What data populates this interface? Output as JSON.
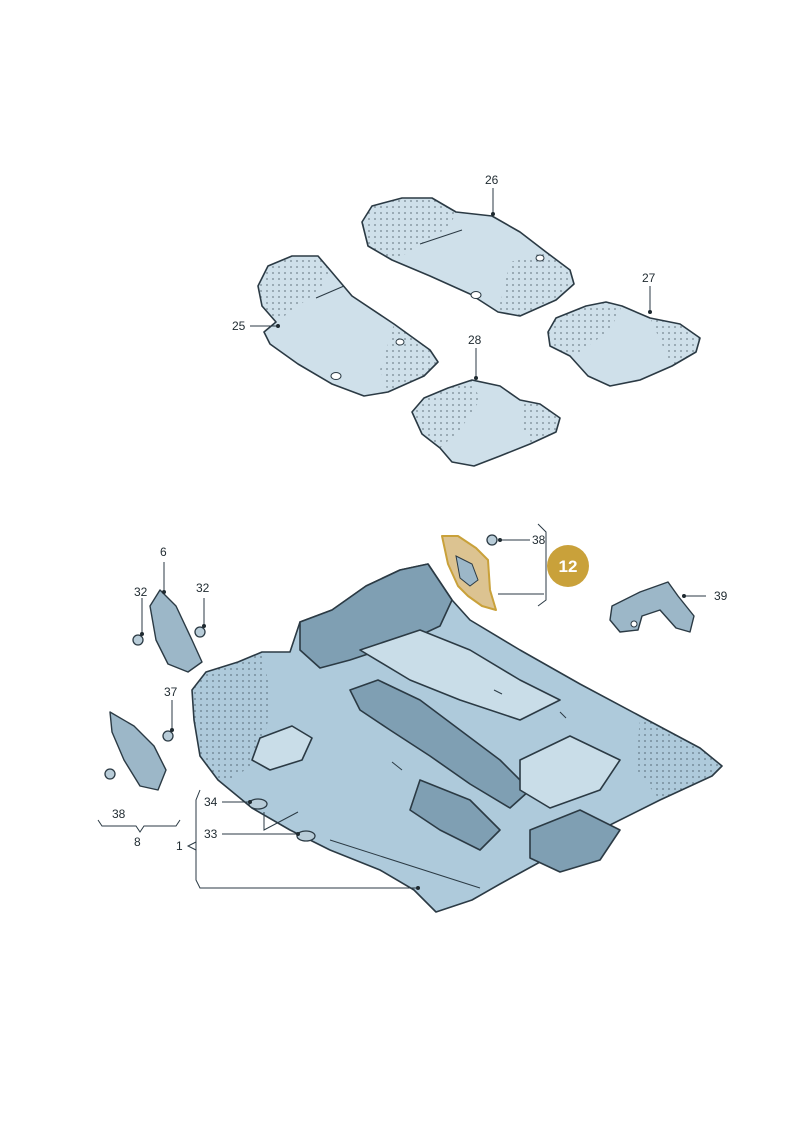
{
  "labels": {
    "p1": "1",
    "p6": "6",
    "p8": "8",
    "p25": "25",
    "p26": "26",
    "p27": "27",
    "p28": "28",
    "p32a": "32",
    "p32b": "32",
    "p33": "33",
    "p34": "34",
    "p37": "37",
    "p38a": "38",
    "p38b": "38",
    "p39": "39"
  },
  "highlight": {
    "label": "12",
    "color": "#c9a13a"
  },
  "colors": {
    "carpet": "#aecadb",
    "outline": "#2b3a44",
    "highlight_part": "#d9b24a"
  }
}
